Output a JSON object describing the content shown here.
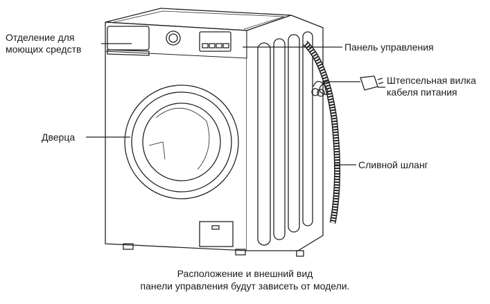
{
  "labels": {
    "detergent_line1": "Отделение для",
    "detergent_line2": "моющих средств",
    "control_panel": "Панель управления",
    "plug_line1": "Штепсельная вилка",
    "plug_line2": "кабеля питания",
    "door": "Дверца",
    "drain_hose": "Сливной шланг"
  },
  "caption": {
    "line1": "Расположение и внешний вид",
    "line2": "панели управления будут зависеть от модели."
  }
}
